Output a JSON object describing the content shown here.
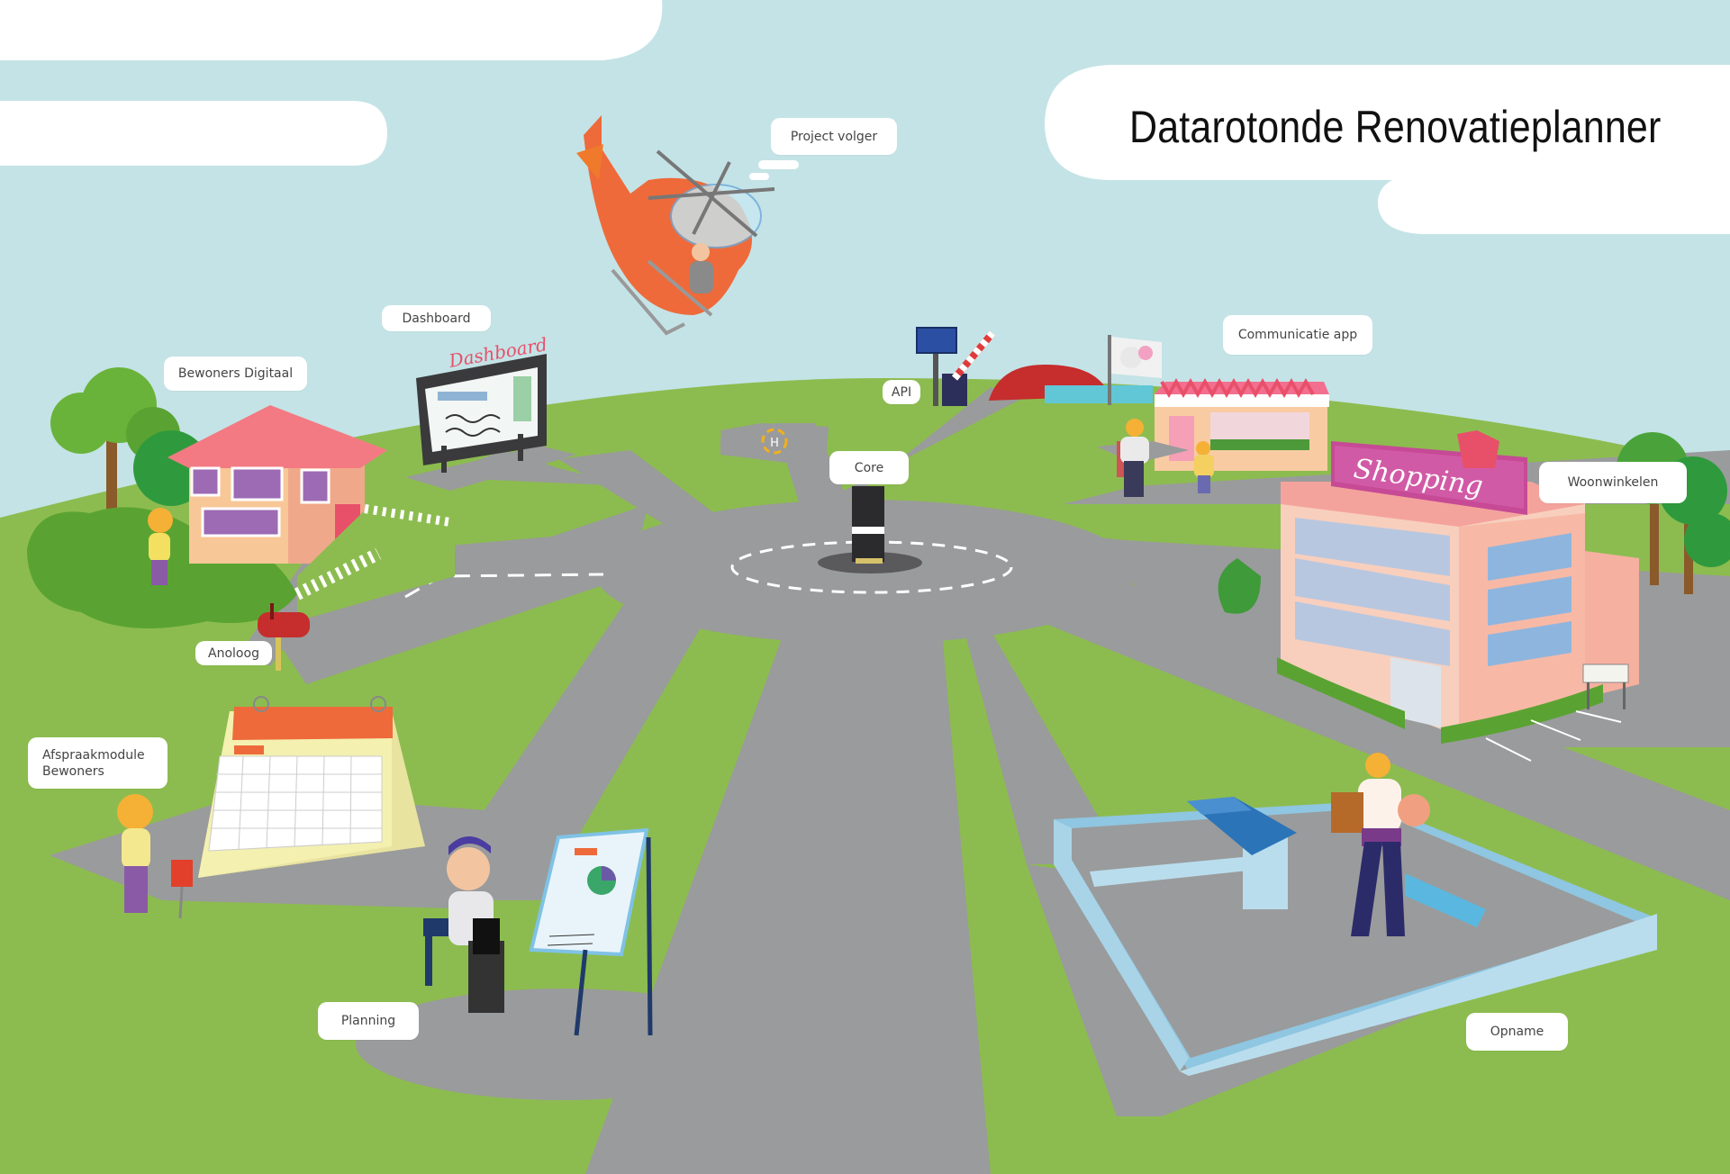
{
  "title": "Datarotonde Renovatieplanner",
  "labels": {
    "project_volger": "Project volger",
    "dashboard": "Dashboard",
    "bewoners_digitaal": "Bewoners Digitaal",
    "api": "API",
    "communicatie_app": "Communicatie app",
    "core": "Core",
    "woonwinkelen": "Woonwinkelen",
    "anoloog": "Anoloog",
    "afspraakmodule_bewoners": "Afspraakmodule Bewoners",
    "planning": "Planning",
    "opname": "Opname"
  },
  "signs": {
    "dashboard_sign": "Dashboard",
    "shopping_sign": "Shopping",
    "helipad": "H"
  },
  "colors": {
    "sky": "#c4e3e6",
    "grass": "#8cbc4f",
    "road": "#9a9b9c",
    "cloud": "#ffffff"
  }
}
